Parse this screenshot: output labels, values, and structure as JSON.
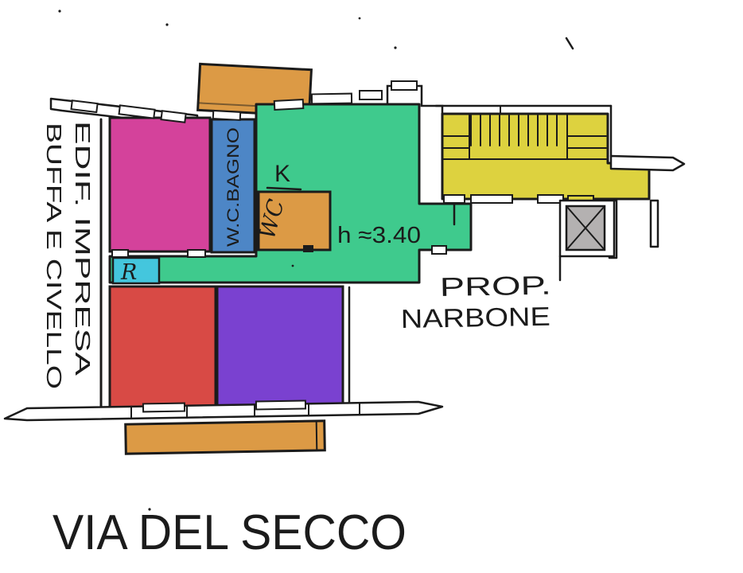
{
  "plan": {
    "left_building_label": {
      "line1": "EDIF. IMPRESA",
      "line2": "BUFFA E CIVELLO"
    },
    "bathroom_label": "W.C.BAGNO",
    "kitchen_label": "K",
    "wc_label": "WC",
    "height_note": "h ≈3.40",
    "neighbor_label": {
      "line1": "PROP.",
      "line2": "NARBONE"
    },
    "r_label": "R",
    "street_label": "VIA DEL SECCO"
  },
  "colors": {
    "paper": "#ffffff",
    "ink": "#1b1b1b",
    "magenta_room": "#d4429b",
    "blue_bathroom": "#4d86c6",
    "green_living": "#3fca8d",
    "yellow_stairwell": "#ddd23f",
    "orange_balcony": "#dc9a45",
    "orange_wc": "#dc9a45",
    "red_room": "#d84a45",
    "purple_room": "#7a41d0",
    "cyan_storage": "#44c6dd",
    "gray_elevator": "#b4b1b1"
  }
}
